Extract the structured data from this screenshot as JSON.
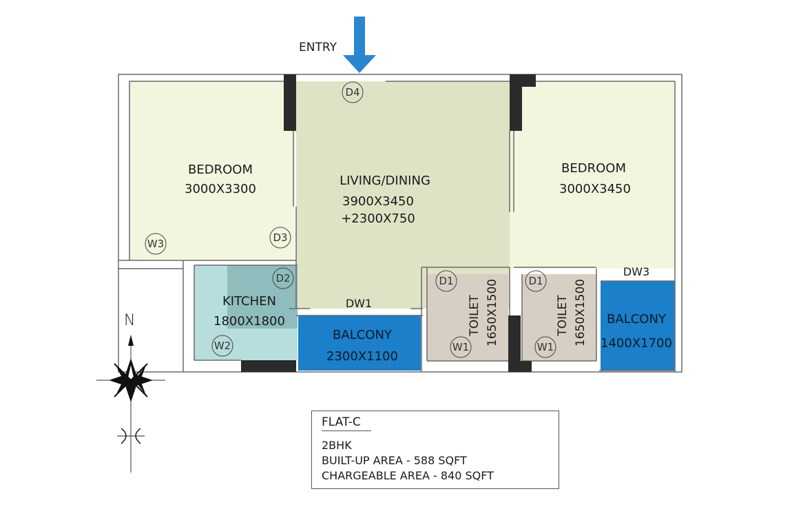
{
  "entry_label": "ENTRY",
  "north_label": "N",
  "rooms": {
    "bedroom_left": {
      "name": "BEDROOM",
      "size": "3000X3300"
    },
    "living": {
      "name": "LIVING/DINING",
      "size": "3900X3450",
      "size_extra": "+2300X750"
    },
    "bedroom_right": {
      "name": "BEDROOM",
      "size": "3000X3450"
    },
    "kitchen": {
      "name": "KITCHEN",
      "size": "1800X1800"
    },
    "balcony_center": {
      "name": "BALCONY",
      "size": "2300X1100"
    },
    "balcony_right": {
      "name": "BALCONY",
      "size": "1400X1700"
    },
    "toilet_left": {
      "name": "TOILET",
      "size": "1650X1500"
    },
    "toilet_right": {
      "name": "TOILET",
      "size": "1650X1500"
    }
  },
  "tags": {
    "d4": "D4",
    "d3": "D3",
    "d2": "D2",
    "d1_left": "D1",
    "d1_right": "D1",
    "w3": "W3",
    "w2": "W2",
    "w1_left": "W1",
    "w1_right": "W1",
    "dw1": "DW1",
    "dw3": "DW3"
  },
  "info": {
    "title": "FLAT-C",
    "type": "2BHK",
    "built_up": "BUILT-UP AREA - 588 SQFT",
    "chargeable": "CHARGEABLE AREA - 840 SQFT"
  },
  "colors": {
    "bedroom": "#f4f5df",
    "living": "#dfe3c5",
    "kitchen": "#b7dedd",
    "kitchen_counter": "#8fbcbd",
    "toilet": "#d8cfc4",
    "balcony": "#1b7fc9",
    "wall_dark": "#2b2b2b",
    "arrow": "#2a86cf"
  }
}
